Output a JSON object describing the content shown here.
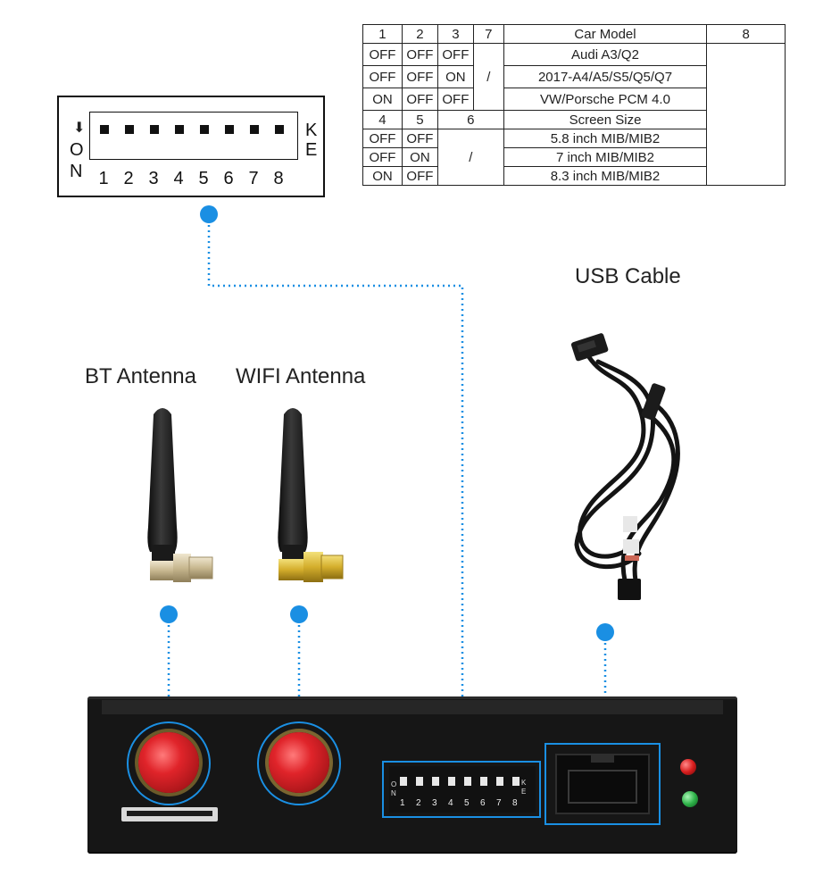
{
  "dip_card": {
    "numbers": [
      "1",
      "2",
      "3",
      "4",
      "5",
      "6",
      "7",
      "8"
    ],
    "left_letters": [
      "O",
      "N"
    ],
    "right_letters": [
      "K",
      "E"
    ],
    "arrow": "⬇"
  },
  "table": {
    "header1": [
      "1",
      "2",
      "3",
      "7",
      "Car Model",
      "8"
    ],
    "car_rows": [
      [
        "OFF",
        "OFF",
        "OFF",
        "Audi A3/Q2"
      ],
      [
        "OFF",
        "OFF",
        "ON",
        "2017-A4/A5/S5/Q5/Q7"
      ],
      [
        "ON",
        "OFF",
        "OFF",
        "VW/Porsche PCM 4.0"
      ]
    ],
    "slash": "/",
    "header2": [
      "4",
      "5",
      "6",
      "Screen Size"
    ],
    "screen_rows": [
      [
        "OFF",
        "OFF",
        "5.8 inch MIB/MIB2"
      ],
      [
        "OFF",
        "ON",
        "7 inch MIB/MIB2"
      ],
      [
        "ON",
        "OFF",
        "8.3 inch MIB/MIB2"
      ]
    ]
  },
  "labels": {
    "bt": "BT Antenna",
    "wifi": "WIFI Antenna",
    "usb": "USB Cable"
  },
  "device_dip": {
    "numbers": [
      "1",
      "2",
      "3",
      "4",
      "5",
      "6",
      "7",
      "8"
    ],
    "left_letters": [
      "O",
      "N"
    ],
    "right_letters": [
      "K",
      "E"
    ]
  },
  "colors": {
    "accent": "#1a8fe3",
    "knob_red": "#e0242a",
    "led_red": "#d91e1e",
    "led_green": "#2fb34a",
    "device": "#161616"
  }
}
